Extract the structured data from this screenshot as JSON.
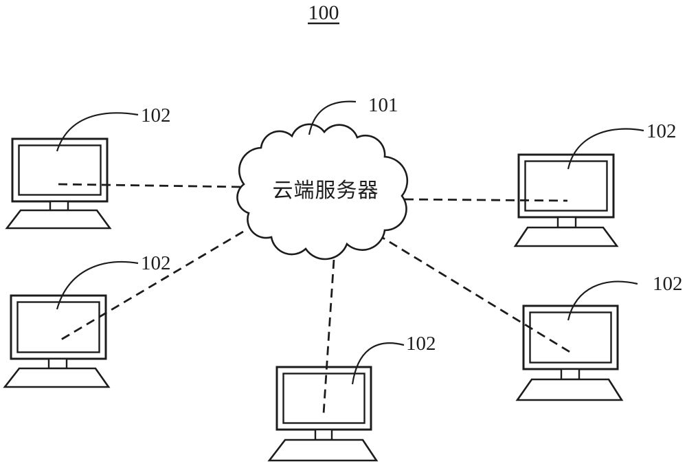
{
  "figure": {
    "title": "100",
    "cloud": {
      "name": "云端服务器",
      "ref_label": "101"
    },
    "terminals": [
      {
        "position": "top-left",
        "ref_label": "102"
      },
      {
        "position": "top-right",
        "ref_label": "102"
      },
      {
        "position": "bottom-left",
        "ref_label": "102"
      },
      {
        "position": "bottom-center",
        "ref_label": "102"
      },
      {
        "position": "bottom-right",
        "ref_label": "102"
      }
    ]
  },
  "colors": {
    "line": "#1c1c1c",
    "background": "#ffffff"
  }
}
